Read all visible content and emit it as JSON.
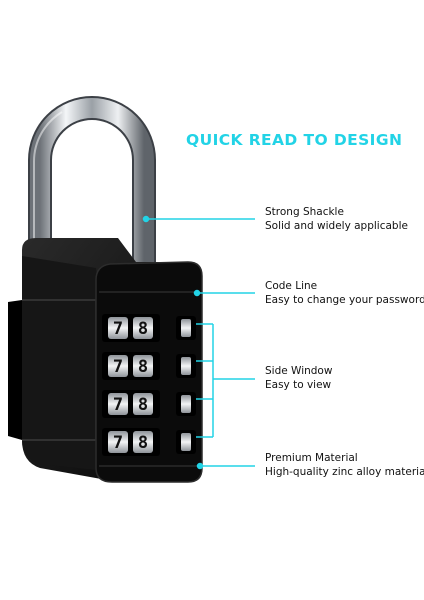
{
  "headline": "QUICK READ TO DESIGN",
  "accent_color": "#22d3e6",
  "features": [
    {
      "title": "Strong Shackle",
      "subtitle": "Solid and widely applicable"
    },
    {
      "title": "Code Line",
      "subtitle": "Easy to change your password"
    },
    {
      "title": "Side Window",
      "subtitle": "Easy to view"
    },
    {
      "title": "Premium Material",
      "subtitle": "High-quality zinc alloy material"
    }
  ],
  "dials": [
    {
      "left": "7",
      "right": "8"
    },
    {
      "left": "7",
      "right": "8"
    },
    {
      "left": "7",
      "right": "8"
    },
    {
      "left": "7",
      "right": "8"
    }
  ]
}
